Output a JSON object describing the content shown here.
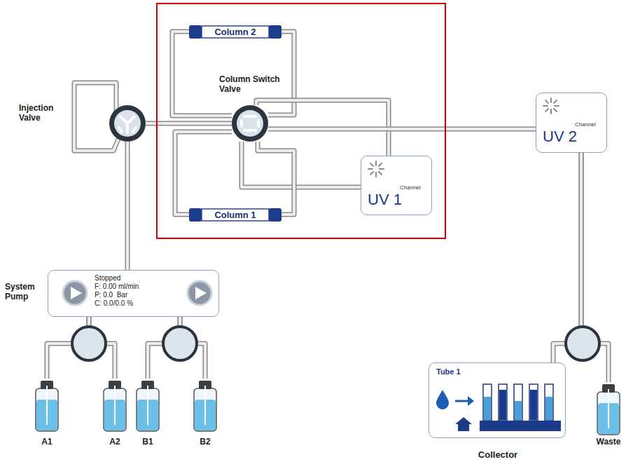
{
  "diagram": {
    "nodes": [
      {
        "text": [
          "Injection Valve"
        ]
      },
      {
        "text": [
          "Column 2"
        ]
      },
      {
        "text": [
          "Column Switch Valve"
        ]
      },
      {
        "text": [
          "UV 1",
          "Channel"
        ]
      },
      {
        "text": [
          "Column 1"
        ]
      },
      {
        "text": [
          "UV 2",
          "Channel"
        ]
      },
      {
        "text": [
          "System Pump",
          "Stopped",
          "F: 0.00 ml/min",
          "P: 0.0  Bar",
          "C: 0.0/0.0 %"
        ]
      },
      {
        "text": [
          "A1"
        ]
      },
      {
        "text": [
          "A2"
        ]
      },
      {
        "text": [
          "B1"
        ]
      },
      {
        "text": [
          "B2"
        ]
      },
      {
        "text": [
          "Tube 1",
          "Collector"
        ]
      },
      {
        "text": [
          "Waste"
        ]
      }
    ],
    "edges": [
      {
        "from": 6,
        "to": 0,
        "arrow": "none"
      },
      {
        "from": 0,
        "to": 2,
        "arrow": "none"
      },
      {
        "from": 2,
        "to": 1,
        "arrow": "none"
      },
      {
        "from": 1,
        "to": 2,
        "arrow": "none"
      },
      {
        "from": 2,
        "to": 3,
        "arrow": "none"
      },
      {
        "from": 3,
        "to": 2,
        "arrow": "none"
      },
      {
        "from": 2,
        "to": 4,
        "arrow": "none"
      },
      {
        "from": 4,
        "to": 2,
        "arrow": "none"
      },
      {
        "from": 2,
        "to": 5,
        "arrow": "none"
      },
      {
        "from": 7,
        "to": 6,
        "arrow": "none"
      },
      {
        "from": 8,
        "to": 6,
        "arrow": "none"
      },
      {
        "from": 9,
        "to": 6,
        "arrow": "none"
      },
      {
        "from": 10,
        "to": 6,
        "arrow": "none"
      },
      {
        "from": 5,
        "to": 11,
        "arrow": "none"
      },
      {
        "from": 5,
        "to": 12,
        "arrow": "none"
      }
    ]
  }
}
